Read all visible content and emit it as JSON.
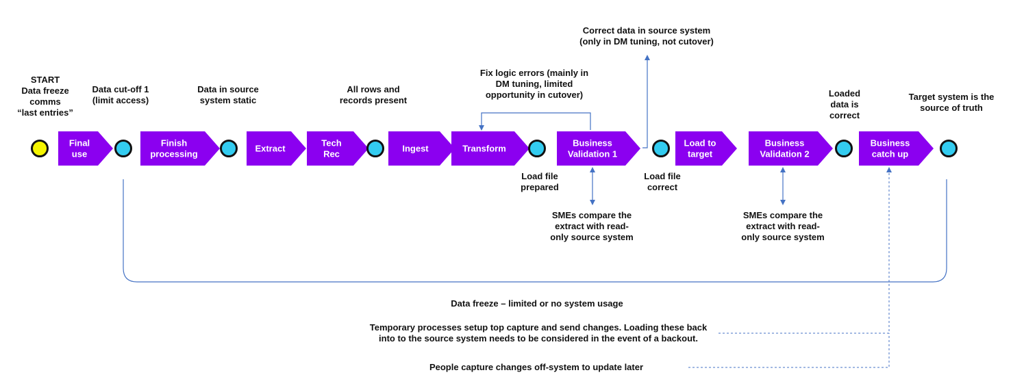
{
  "colors": {
    "step_fill": "#8b00f0",
    "start_milestone": "#f5f500",
    "milestone": "#33ccf0",
    "milestone_border": "#111111",
    "connector": "#4472c4",
    "text": "#111111"
  },
  "steps": [
    {
      "id": "final-use",
      "lines": [
        "Final",
        "use"
      ]
    },
    {
      "id": "finish-processing",
      "lines": [
        "Finish",
        "processing"
      ]
    },
    {
      "id": "extract",
      "lines": [
        "Extract"
      ]
    },
    {
      "id": "tech-rec",
      "lines": [
        "Tech",
        "Rec"
      ]
    },
    {
      "id": "ingest",
      "lines": [
        "Ingest"
      ]
    },
    {
      "id": "transform",
      "lines": [
        "Transform"
      ]
    },
    {
      "id": "business-validation-1",
      "lines": [
        "Business",
        "Validation 1"
      ]
    },
    {
      "id": "load-to-target",
      "lines": [
        "Load to",
        "target"
      ]
    },
    {
      "id": "business-validation-2",
      "lines": [
        "Business",
        "Validation 2"
      ]
    },
    {
      "id": "business-catch-up",
      "lines": [
        "Business",
        "catch up"
      ]
    }
  ],
  "milestones": [
    {
      "id": "start",
      "type": "start"
    },
    {
      "id": "data-cut-off",
      "type": "normal"
    },
    {
      "id": "source-static",
      "type": "normal"
    },
    {
      "id": "all-rows",
      "type": "normal"
    },
    {
      "id": "load-file-prepared",
      "type": "normal"
    },
    {
      "id": "load-file-correct",
      "type": "normal"
    },
    {
      "id": "loaded-data-correct",
      "type": "normal"
    },
    {
      "id": "source-of-truth",
      "type": "normal"
    }
  ],
  "labels": {
    "start": [
      "START",
      "Data freeze",
      "comms",
      "“last entries”"
    ],
    "data_cutoff": [
      "Data cut-off 1",
      "(limit access)"
    ],
    "source_static": [
      "Data in source",
      "system static"
    ],
    "all_rows": [
      "All rows and",
      "records present"
    ],
    "fix_logic": [
      "Fix logic errors (mainly in",
      "DM tuning, limited",
      "opportunity in cutover)"
    ],
    "correct_data": [
      "Correct data in source system",
      "(only in DM tuning, not cutover)"
    ],
    "loaded_data": [
      "Loaded",
      "data is",
      "correct"
    ],
    "target_truth": [
      "Target system is the",
      "source of truth"
    ],
    "load_prepared": [
      "Load file",
      "prepared"
    ],
    "load_correct": [
      "Load file",
      "correct"
    ],
    "smes_1": [
      "SMEs compare the",
      "extract with read-",
      "only source system"
    ],
    "smes_2": [
      "SMEs compare the",
      "extract with read-",
      "only source system"
    ],
    "data_freeze": [
      "Data freeze – limited or no system usage"
    ],
    "temp_processes": [
      "Temporary processes setup top capture and send changes. Loading these back",
      "into to the source system needs to be considered in the event of a backout."
    ],
    "people_capture": [
      "People capture changes off-system to update later"
    ]
  }
}
